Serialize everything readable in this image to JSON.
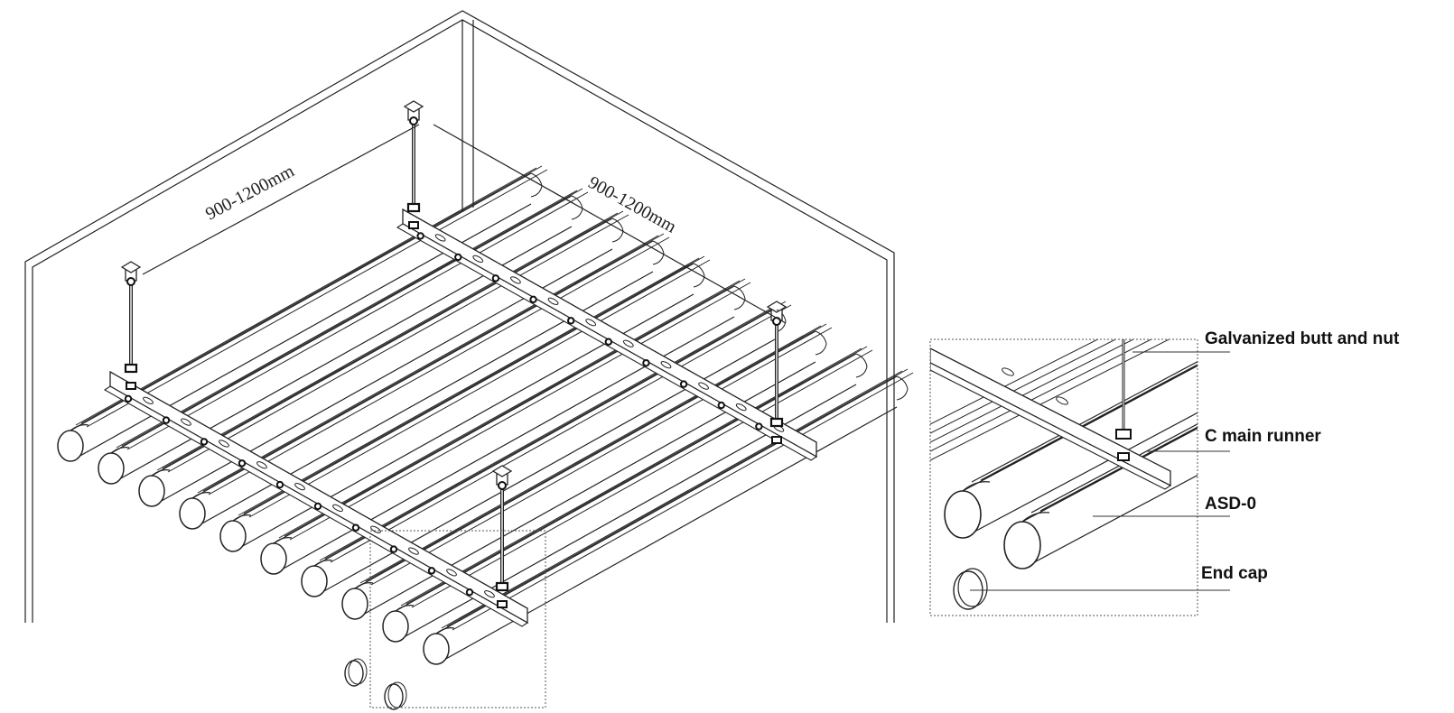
{
  "dimensions": {
    "left_span": "900-1200mm",
    "right_span": "900-1200mm"
  },
  "callouts": [
    {
      "id": "galvanized",
      "text": "Galvanized butt and nut"
    },
    {
      "id": "runner",
      "text": "C main runner"
    },
    {
      "id": "profile",
      "text": "ASD-0"
    },
    {
      "id": "endcap",
      "text": "End cap"
    }
  ],
  "colors": {
    "line": "#222222",
    "background": "#ffffff"
  }
}
